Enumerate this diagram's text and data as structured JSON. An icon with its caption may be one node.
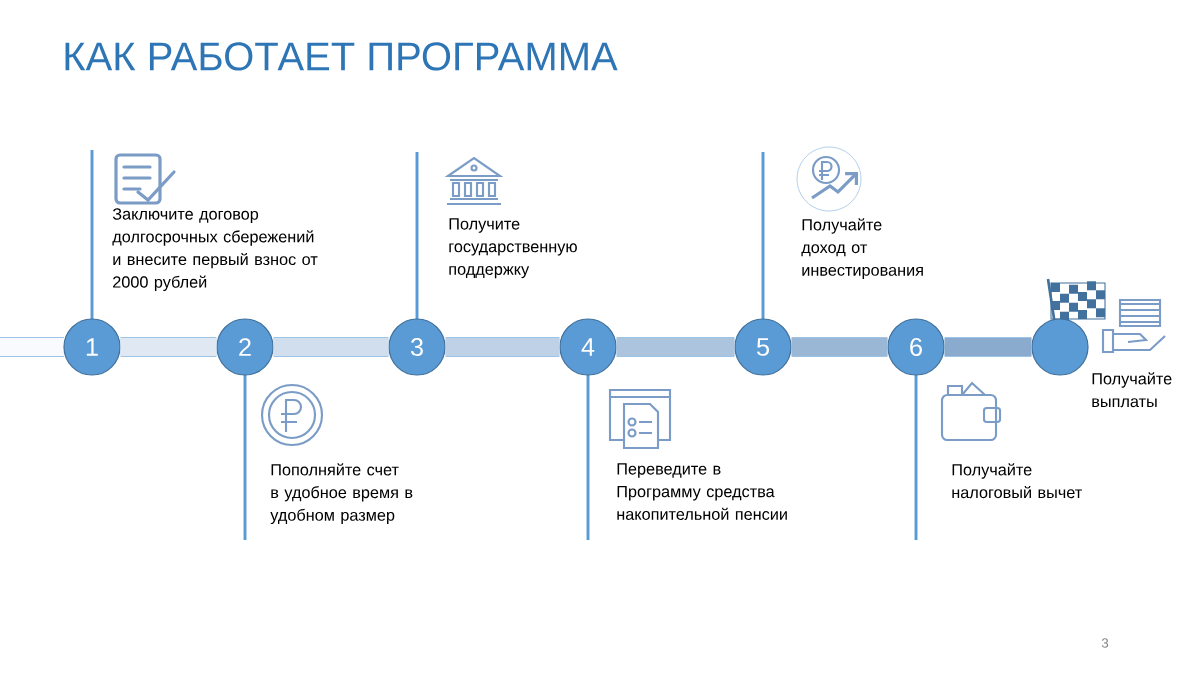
{
  "diagram": {
    "title": "КАК РАБОТАЕТ ПРОГРАММА",
    "nodes": [
      {
        "text": [
          "1"
        ]
      },
      {
        "text": [
          "2"
        ]
      },
      {
        "text": [
          "3"
        ]
      },
      {
        "text": [
          "4"
        ]
      },
      {
        "text": [
          "5"
        ]
      },
      {
        "text": [
          "6"
        ]
      },
      {
        "text": [],
        "shape": "circle"
      }
    ],
    "edges": [
      {
        "from": 0,
        "to": 1,
        "arrow": "none"
      },
      {
        "from": 1,
        "to": 2,
        "arrow": "none"
      },
      {
        "from": 2,
        "to": 3,
        "arrow": "none"
      },
      {
        "from": 3,
        "to": 4,
        "arrow": "none"
      },
      {
        "from": 4,
        "to": 5,
        "arrow": "none"
      },
      {
        "from": 5,
        "to": 6,
        "arrow": "none"
      }
    ],
    "labels": [
      "Заключите договор долгосрочных сбережений и внесите первый взнос от 2000 рублей",
      "Пополняйте счет в удобное время в удобном размер",
      "Получите государственную поддержку",
      "Переведите в Программу средства накопительной пенсии",
      "Получайте доход от инвестирования",
      "Получайте налоговый вычет",
      "Получайте выплаты",
      "3"
    ]
  }
}
